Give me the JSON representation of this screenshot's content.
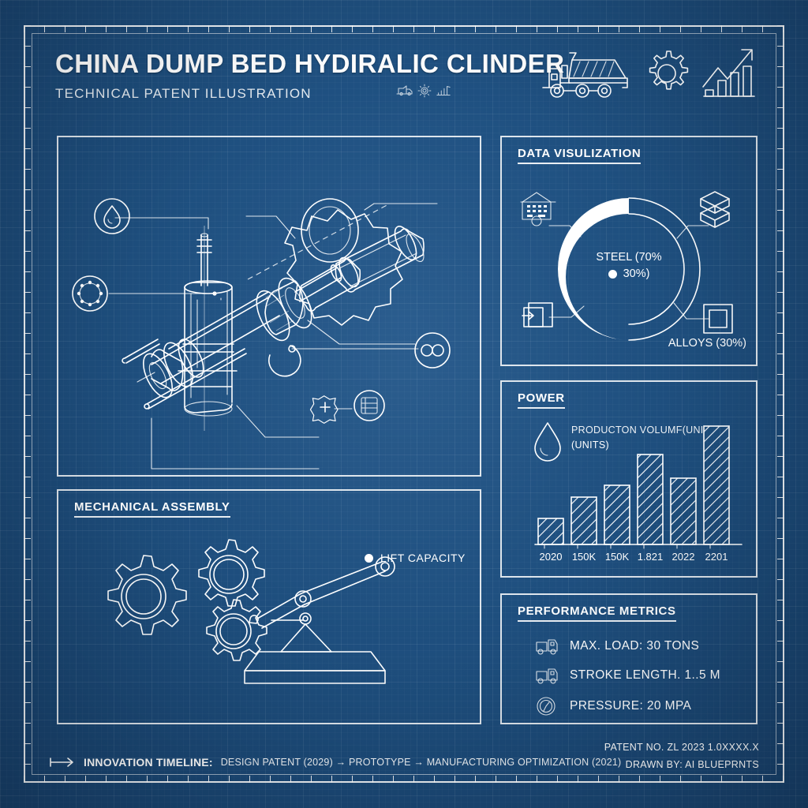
{
  "document": {
    "title": "CHINA DUMP BED HYDIRALIC CLINDER",
    "subtitle": "TECHNICAL PATENT ILLUSTRATION",
    "background_color": "#1d4d7c",
    "line_color": "#ffffff"
  },
  "header": {
    "icons": [
      "dump-truck-icon",
      "gear-icon",
      "growth-chart-icon"
    ],
    "mini_icons": [
      "dump-truck-icon",
      "gear-icon",
      "bar-chart-icon"
    ]
  },
  "panels": {
    "main": {
      "callout_label": "LIFT CAPACITY",
      "icons": [
        "droplet-icon",
        "gear-ring-icon",
        "infinity-icon",
        "plus-badge-icon",
        "list-circle-icon"
      ]
    },
    "assembly": {
      "title": "MECHANICAL ASSEMBLY"
    },
    "data": {
      "title": "DATA VISULIZATION",
      "center_line1": "STEEL (70%",
      "center_line2": "30%)",
      "outer_label": "ALLOYS (30%)",
      "icons": [
        "home-grid-icon",
        "stacked-boxes-icon",
        "frame-arrow-icon",
        "square-outline-icon"
      ]
    },
    "power": {
      "title": "POWER",
      "legend_line1": "PRODUCTON VOLUMF(UNI",
      "legend_line2": "(UNITS)",
      "icon": "droplet-icon"
    },
    "metrics": {
      "title": "PERFORMANCE METRICS",
      "items": [
        {
          "icon": "truck-icon",
          "text": "MAX. LOAD: 30 TONS"
        },
        {
          "icon": "truck-icon",
          "text": "STROKE LENGTH. 1..5 M"
        },
        {
          "icon": "gauge-icon",
          "text": "PRESSURE: 20 MPA"
        }
      ]
    }
  },
  "footer": {
    "timeline_arrow": "⟶",
    "timeline_label": "INNOVATION TIMELINE:",
    "timeline_steps": "DESIGN PATENT (2029) → PROTOTYPE → MANUFACTURING OPTIMIZATION (2021)",
    "patent_no": "PATENT NO. ZL 2023 1.0XXXX.X",
    "drawn_by": "DRAWN BY: AI BLUEPRNTS"
  },
  "chart_data": [
    {
      "type": "pie",
      "title": "DATA VISULIZATION",
      "labels": [
        "STEEL",
        "ALLOYS"
      ],
      "values": [
        70,
        30
      ],
      "unit": "%",
      "style": "donut",
      "center_text": "STEEL (70% 30%)",
      "legend_position": "center-and-outer",
      "annotations": [
        "STEEL (70%",
        "30%)",
        "ALLOYS (30%)"
      ]
    },
    {
      "type": "bar",
      "title": "POWER",
      "ylabel": "PRODUCTON VOLUMF(UNI (UNITS)",
      "xlabel": "",
      "categories": [
        "2020",
        "150K",
        "150K",
        "1.821",
        "2022",
        "2201"
      ],
      "values": [
        22,
        40,
        50,
        76,
        56,
        100
      ],
      "ylim": [
        0,
        100
      ],
      "grid": false,
      "bar_style": "hatched-outline",
      "legend_position": "top-left"
    }
  ]
}
